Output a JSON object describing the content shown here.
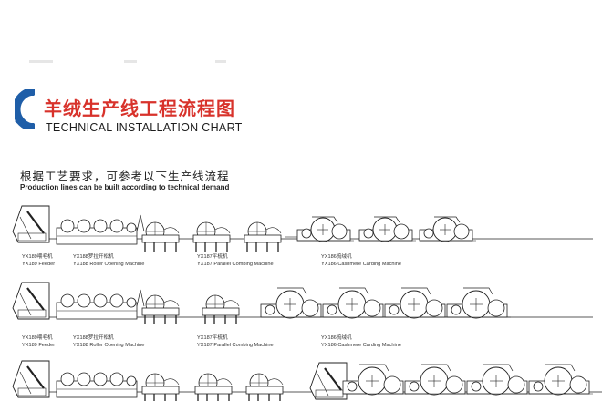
{
  "header": {
    "title_cn": "羊绒生产线工程流程图",
    "title_en": "TECHNICAL INSTALLATION CHART",
    "subtitle_cn": "根据工艺要求，可参考以下生产线流程",
    "subtitle_en": "Production lines can be built according to technical demand"
  },
  "lines": [
    {
      "machines": [
        {
          "cn": "YX189喂毛机",
          "en": "YX189 Feeder"
        },
        {
          "cn": "YX188罗拉开松机",
          "en": "YX188 Roller Opening Machine"
        },
        {
          "cn": "YX187平梳机",
          "en": "YX187 Parallel Combing Machine"
        },
        {
          "cn": "YX186梳绒机",
          "en": "YX186 Cashmere Carding Machine"
        }
      ]
    },
    {
      "machines": [
        {
          "cn": "YX189喂毛机",
          "en": "YX189 Feeder"
        },
        {
          "cn": "YX188罗拉开松机",
          "en": "YX188 Roller Opening Machine"
        },
        {
          "cn": "YX187平梳机",
          "en": "YX187 Parallel Combing Machine"
        },
        {
          "cn": "YX186梳绒机",
          "en": "YX186 Cashmere Carding Machine"
        }
      ]
    },
    {
      "machines": []
    }
  ],
  "colors": {
    "brand_red": "#d8322b",
    "gear_blue": "#1f5ea8"
  },
  "icons": [
    "gear-icon"
  ]
}
